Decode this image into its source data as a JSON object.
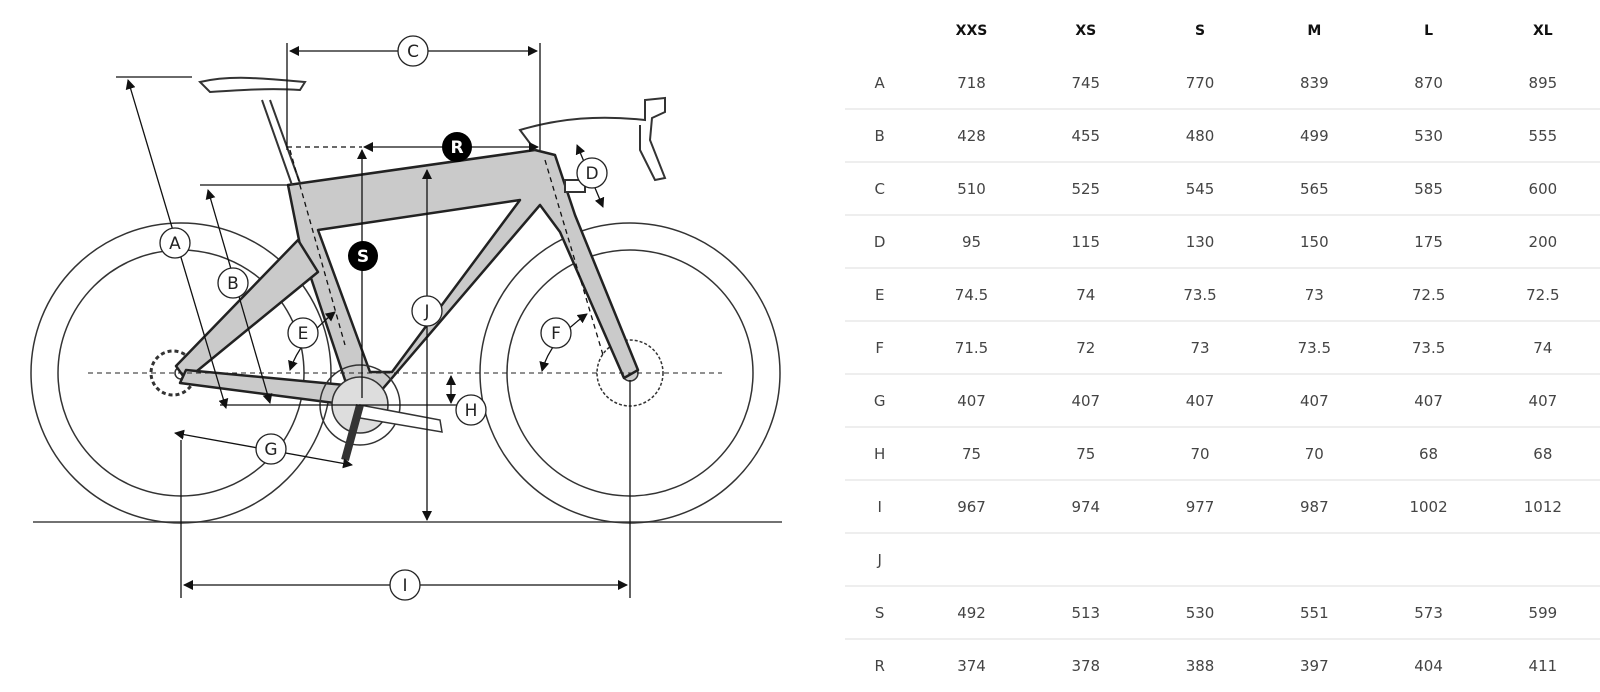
{
  "diagram": {
    "labels": {
      "A": "A",
      "B": "B",
      "C": "C",
      "D": "D",
      "E": "E",
      "F": "F",
      "G": "G",
      "H": "H",
      "I": "I",
      "J": "J",
      "R": "R",
      "S": "S"
    }
  },
  "table": {
    "sizes": [
      "XXS",
      "XS",
      "S",
      "M",
      "L",
      "XL"
    ],
    "rows": [
      {
        "label": "A",
        "values": [
          "718",
          "745",
          "770",
          "839",
          "870",
          "895"
        ]
      },
      {
        "label": "B",
        "values": [
          "428",
          "455",
          "480",
          "499",
          "530",
          "555"
        ]
      },
      {
        "label": "C",
        "values": [
          "510",
          "525",
          "545",
          "565",
          "585",
          "600"
        ]
      },
      {
        "label": "D",
        "values": [
          "95",
          "115",
          "130",
          "150",
          "175",
          "200"
        ]
      },
      {
        "label": "E",
        "values": [
          "74.5",
          "74",
          "73.5",
          "73",
          "72.5",
          "72.5"
        ]
      },
      {
        "label": "F",
        "values": [
          "71.5",
          "72",
          "73",
          "73.5",
          "73.5",
          "74"
        ]
      },
      {
        "label": "G",
        "values": [
          "407",
          "407",
          "407",
          "407",
          "407",
          "407"
        ]
      },
      {
        "label": "H",
        "values": [
          "75",
          "75",
          "70",
          "70",
          "68",
          "68"
        ]
      },
      {
        "label": "I",
        "values": [
          "967",
          "974",
          "977",
          "987",
          "1002",
          "1012"
        ]
      },
      {
        "label": "J",
        "values": [
          "",
          "",
          "",
          "",
          "",
          ""
        ]
      },
      {
        "label": "S",
        "values": [
          "492",
          "513",
          "530",
          "551",
          "573",
          "599"
        ]
      },
      {
        "label": "R",
        "values": [
          "374",
          "378",
          "388",
          "397",
          "404",
          "411"
        ]
      }
    ]
  }
}
